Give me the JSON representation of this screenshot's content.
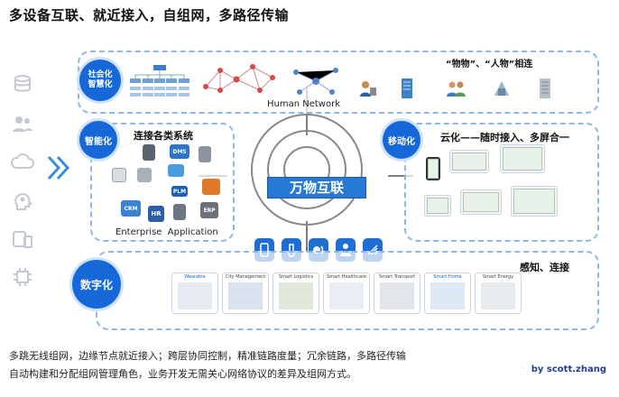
{
  "title": "多设备互联、就近接入，自组网，多路径传输",
  "hub": {
    "label": "万物互联"
  },
  "top_section": {
    "badge": "社会化\n智慧化",
    "network_label": "Human Network",
    "header": "“物物”、“人物”相连"
  },
  "left_section": {
    "badge": "智能化",
    "header": "连接各类系统",
    "footer_label": "Enterprise  Application",
    "systems": [
      "DMS",
      "PLM",
      "CRM",
      "HR",
      "ERP"
    ]
  },
  "right_section": {
    "badge": "移动化",
    "header": "云化——随时接入、多屏合一"
  },
  "bottom_section": {
    "badge": "数字化",
    "header": "感知、连接",
    "scenes": [
      "Wearable",
      "City Management",
      "Smart Logistics",
      "Smart Healthcare",
      "Smart Transport",
      "Smart Home",
      "Smart Energy"
    ]
  },
  "footer": {
    "line1": "多跳无线组网，边缘节点就近接入；跨层协同控制，精准链路度量；冗余链路，多路径传输",
    "line2": "自动构建和分配组网管理角色，业务开发无需关心网络协议的差异及组网方式。",
    "credit": "by scott.zhang"
  },
  "colors": {
    "accent": "#1668d8",
    "frame": "#8eb6e6"
  }
}
